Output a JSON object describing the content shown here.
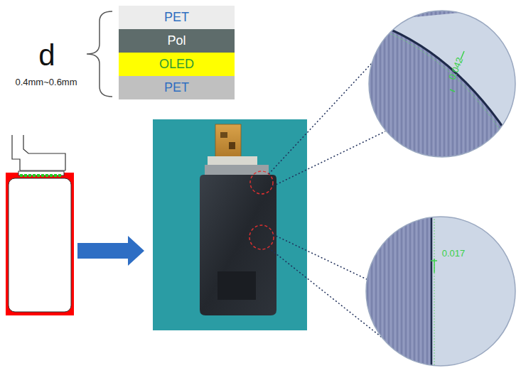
{
  "diagram": {
    "nodes": [
      {
        "text": [
          "PET"
        ]
      },
      {
        "text": [
          "Pol"
        ]
      },
      {
        "text": [
          "OLED"
        ]
      },
      {
        "text": [
          "PET"
        ]
      }
    ],
    "labels": [
      "d",
      "0.4mm~0.6mm",
      "0.042",
      "0.017"
    ]
  }
}
